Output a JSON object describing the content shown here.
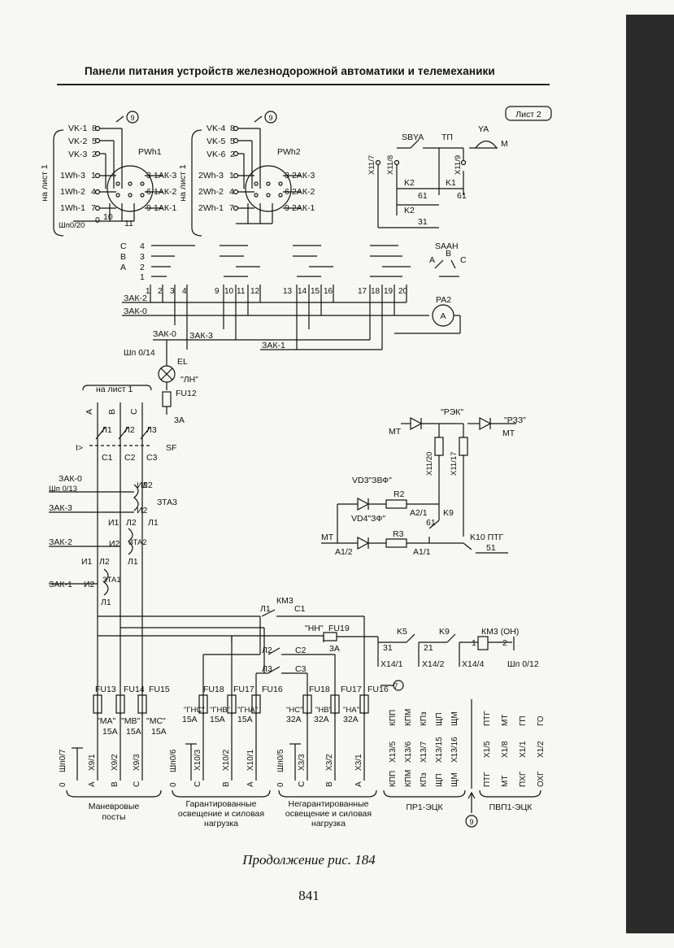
{
  "header": {
    "title": "Панели питания устройств железнодорожной автоматики и телемеханики"
  },
  "sheet_ref": "Лист 2",
  "to_sheet1": "на лист 1",
  "pwh1": {
    "name": "PWh1",
    "vk": [
      "VK-1",
      "VK-2",
      "VK-3"
    ],
    "vk_pins": [
      "8",
      "5",
      "2"
    ],
    "wh": [
      "1Wh-3",
      "1Wh-2",
      "1Wh-1"
    ],
    "wh_pins": [
      "1",
      "4",
      "7"
    ],
    "ak": [
      "1АК-3",
      "1АК-2",
      "1АК-1"
    ],
    "ak_pins": [
      "3",
      "6",
      "9"
    ],
    "shp": "Шп0/20",
    "p0": "0",
    "p10": "10",
    "p11": "11"
  },
  "pwh2": {
    "name": "PWh2",
    "vk": [
      "VK-4",
      "VK-5",
      "VK-6"
    ],
    "vk_pins": [
      "8",
      "5",
      "2"
    ],
    "wh": [
      "2Wh-3",
      "2Wh-2",
      "2Wh-1"
    ],
    "wh_pins": [
      "1",
      "4",
      "7"
    ],
    "ak": [
      "2АК-3",
      "2АК-2",
      "2АК-1"
    ],
    "ak_pins": [
      "3",
      "6",
      "9"
    ]
  },
  "ref9": "9",
  "ref7": "7",
  "relay": {
    "x11_7": "X11/7",
    "x11_8": "X11/8",
    "x11_9": "X11/9",
    "sbya": "SBYA",
    "tp": "ТП",
    "ya": "YA",
    "m": "М",
    "k2": "K2",
    "k1": "K1",
    "c61a": "61",
    "c61b": "61",
    "c31": "31"
  },
  "switch_saah": {
    "phases": [
      "C",
      "B",
      "A"
    ],
    "levels": [
      "4",
      "3",
      "2",
      "1"
    ],
    "name": "SAAH",
    "pos": [
      "A",
      "B",
      "C"
    ],
    "contacts": [
      "1",
      "2",
      "3",
      "4",
      "9",
      "10",
      "11",
      "12",
      "13",
      "14",
      "15",
      "16",
      "17",
      "18",
      "19",
      "20"
    ]
  },
  "bus": {
    "zak2": "ЗАК-2",
    "zak0": "ЗАК-0",
    "zak3": "ЗАК-3",
    "zak1": "ЗАК-1",
    "pa2": "PA2",
    "ammeter": "A",
    "zak0b": "ЗАК-0",
    "shp014": "Шп 0/14",
    "el": "EL",
    "ln": "\"ЛН\"",
    "fu12": "FU12",
    "a3": "3А"
  },
  "input": {
    "to_sheet1": "на лист 1",
    "phases": [
      "A",
      "B",
      "C"
    ],
    "lines": [
      "Л1",
      "Л2",
      "Л3"
    ],
    "sf": "SF",
    "trip": "I>",
    "c_labels": [
      "C1",
      "C2",
      "C3"
    ],
    "zak0": "ЗАК-0",
    "shp013": "Шп 0/13",
    "zak3": "ЗАК-3",
    "zak2": "ЗАК-2",
    "zak1": "ЗАК-1",
    "zta3": "ЗТА3",
    "zta2": "ЗТА2",
    "zta1": "ЗТА1",
    "i1": "И1",
    "i2": "И2",
    "l1": "Л1",
    "l2": "Л2"
  },
  "indicators": {
    "rek": "\"РЭК\"",
    "rzz": "\"РЗЗ\"",
    "mt1": "МТ",
    "mt2": "МТ",
    "x11_20": "X11/20",
    "x11_17": "X11/17",
    "vd3": "VD3\"ЗВФ\"",
    "vd4": "VD4\"ЗФ\"",
    "r2": "R2",
    "r3": "R3",
    "a2_1": "A2/1",
    "a1_1": "A1/1",
    "a1_2": "A1/2",
    "k9": "K9",
    "c61": "61",
    "k10": "K10 ПТГ",
    "c51": "51",
    "mt3": "МТ"
  },
  "km3": {
    "name": "КМ3",
    "l1": "Л1",
    "c1": "C1",
    "l2": "Л2",
    "c2": "C2",
    "l3": "Л3",
    "c3": "C3",
    "hn": "\"НН\"",
    "fu19": "FU19",
    "a3": "3А",
    "k5": "K5",
    "k9": "K9",
    "c31": "31",
    "c21": "21",
    "x14_1": "X14/1",
    "x14_2": "X14/2",
    "x14_4": "X14/4",
    "km3on": "КМ3 (ОН)",
    "p1": "1",
    "p2": "2",
    "shp012": "Шп 0/12"
  },
  "fuses": [
    {
      "name": "FU13",
      "label": "\"МА\"",
      "rating": "15А"
    },
    {
      "name": "FU14",
      "label": "\"МВ\"",
      "rating": "15А"
    },
    {
      "name": "FU15",
      "label": "\"МС\"",
      "rating": "15А"
    },
    {
      "name": "FU18",
      "label": "\"ГНС\"",
      "rating": "15А"
    },
    {
      "name": "FU17",
      "label": "\"ГНВ\"",
      "rating": "15А"
    },
    {
      "name": "FU16",
      "label": "\"ГНА\"",
      "rating": "15А"
    },
    {
      "name": "FU18",
      "label": "\"НС\"",
      "rating": "32А"
    },
    {
      "name": "FU17",
      "label": "\"НВ\"",
      "rating": "32А"
    },
    {
      "name": "FU16",
      "label": "\"НА\"",
      "rating": "32А"
    }
  ],
  "terminals": {
    "shp07": "Шп0/7",
    "shp06": "Шп0/6",
    "shp05": "Шп0/5",
    "group1": [
      "X9/1",
      "X9/2",
      "X9/3"
    ],
    "group2": [
      "X10/3",
      "X10/2",
      "X10/1"
    ],
    "group3": [
      "X3/3",
      "X3/2",
      "X3/1"
    ],
    "phases1": [
      "A",
      "B",
      "C"
    ],
    "phases2": [
      "C",
      "B",
      "A"
    ],
    "zero": "0",
    "pr_top": [
      "КПП",
      "КПМ",
      "КПз",
      "ЩП",
      "ЩМ"
    ],
    "pr_x": [
      "X13/5",
      "X13/6",
      "X13/7",
      "X13/15",
      "X13/16"
    ],
    "pr_bot": [
      "КПП",
      "КПМ",
      "КПз",
      "ЩП",
      "ЩМ"
    ],
    "pv_top": [
      "ПТГ",
      "МТ",
      "ГП",
      "ГО"
    ],
    "pv_x": [
      "X1/5",
      "X1/8",
      "X1/1",
      "X1/2"
    ],
    "pv_bot": [
      "ПТГ",
      "МТ",
      "ПХГ",
      "ОХГ"
    ]
  },
  "groups": {
    "g1": "Маневровые посты",
    "g1a": "Маневровые",
    "g1b": "посты",
    "g2a": "Гарантированные",
    "g2b": "освещение и силовая",
    "g2c": "нагрузка",
    "g3a": "Негарантированные",
    "g3b": "освещение и силовая",
    "g3c": "нагрузка",
    "g4": "ПР1-ЭЦК",
    "g5": "ПВП1-ЭЦК"
  },
  "caption": "Продолжение рис. 184",
  "page_number": "841"
}
